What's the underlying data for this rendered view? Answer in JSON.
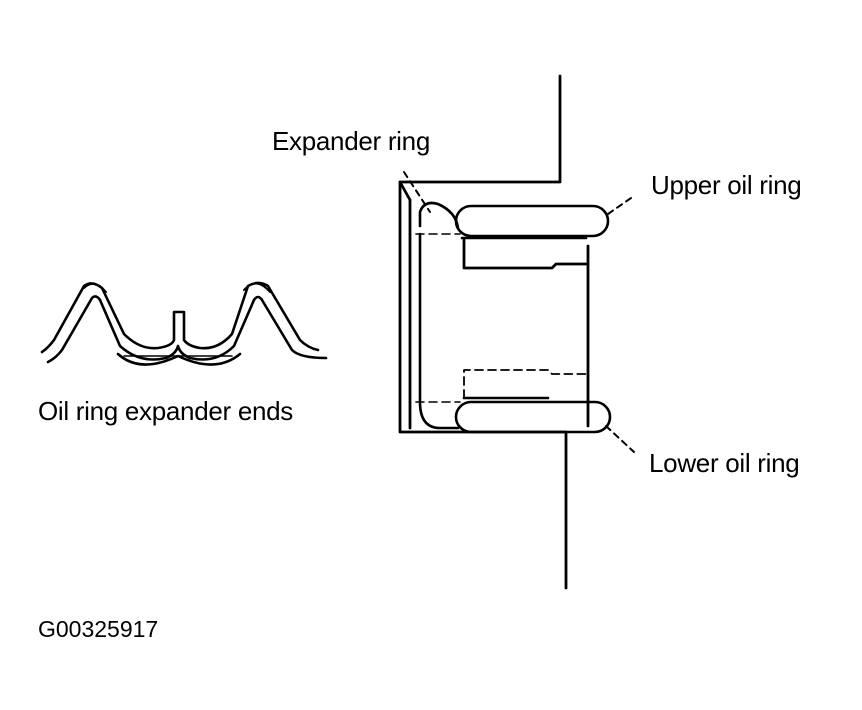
{
  "labels": {
    "expander_ring": "Expander ring",
    "upper_oil_ring": "Upper oil ring",
    "lower_oil_ring": "Lower oil ring",
    "expander_ends": "Oil ring expander ends",
    "figure_code": "G00325917"
  },
  "colors": {
    "line": "#000000",
    "background": "#ffffff"
  }
}
